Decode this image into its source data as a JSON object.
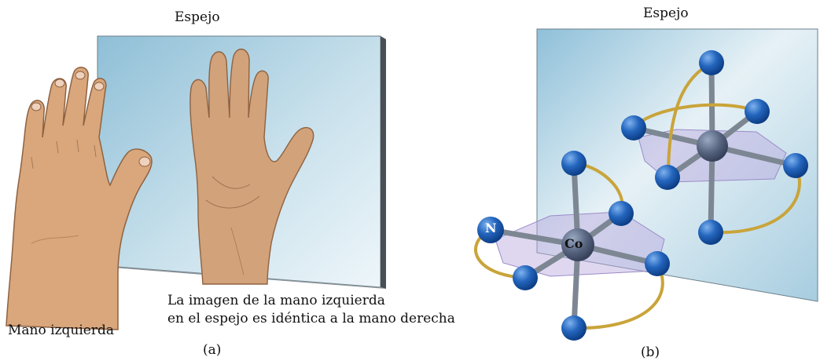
{
  "panel_a": {
    "mirror_label": "Espejo",
    "left_hand_label": "Mano izquierda",
    "caption_line1": "La imagen de la mano izquierda",
    "caption_line2": "en el espejo es idéntica a la mano derecha",
    "panel_label": "(a)"
  },
  "panel_b": {
    "mirror_label": "Espejo",
    "nitrogen_label": "N",
    "cobalt_label": "Co",
    "panel_label": "(b)"
  },
  "colors": {
    "skin": "#d9a77b",
    "skin_shadow": "#b98559",
    "mirror_blue": "#a9cde0",
    "atom_blue": "#1f5fb0",
    "bond_gray": "#7d8793",
    "chelate_gold": "#c9a43a"
  }
}
